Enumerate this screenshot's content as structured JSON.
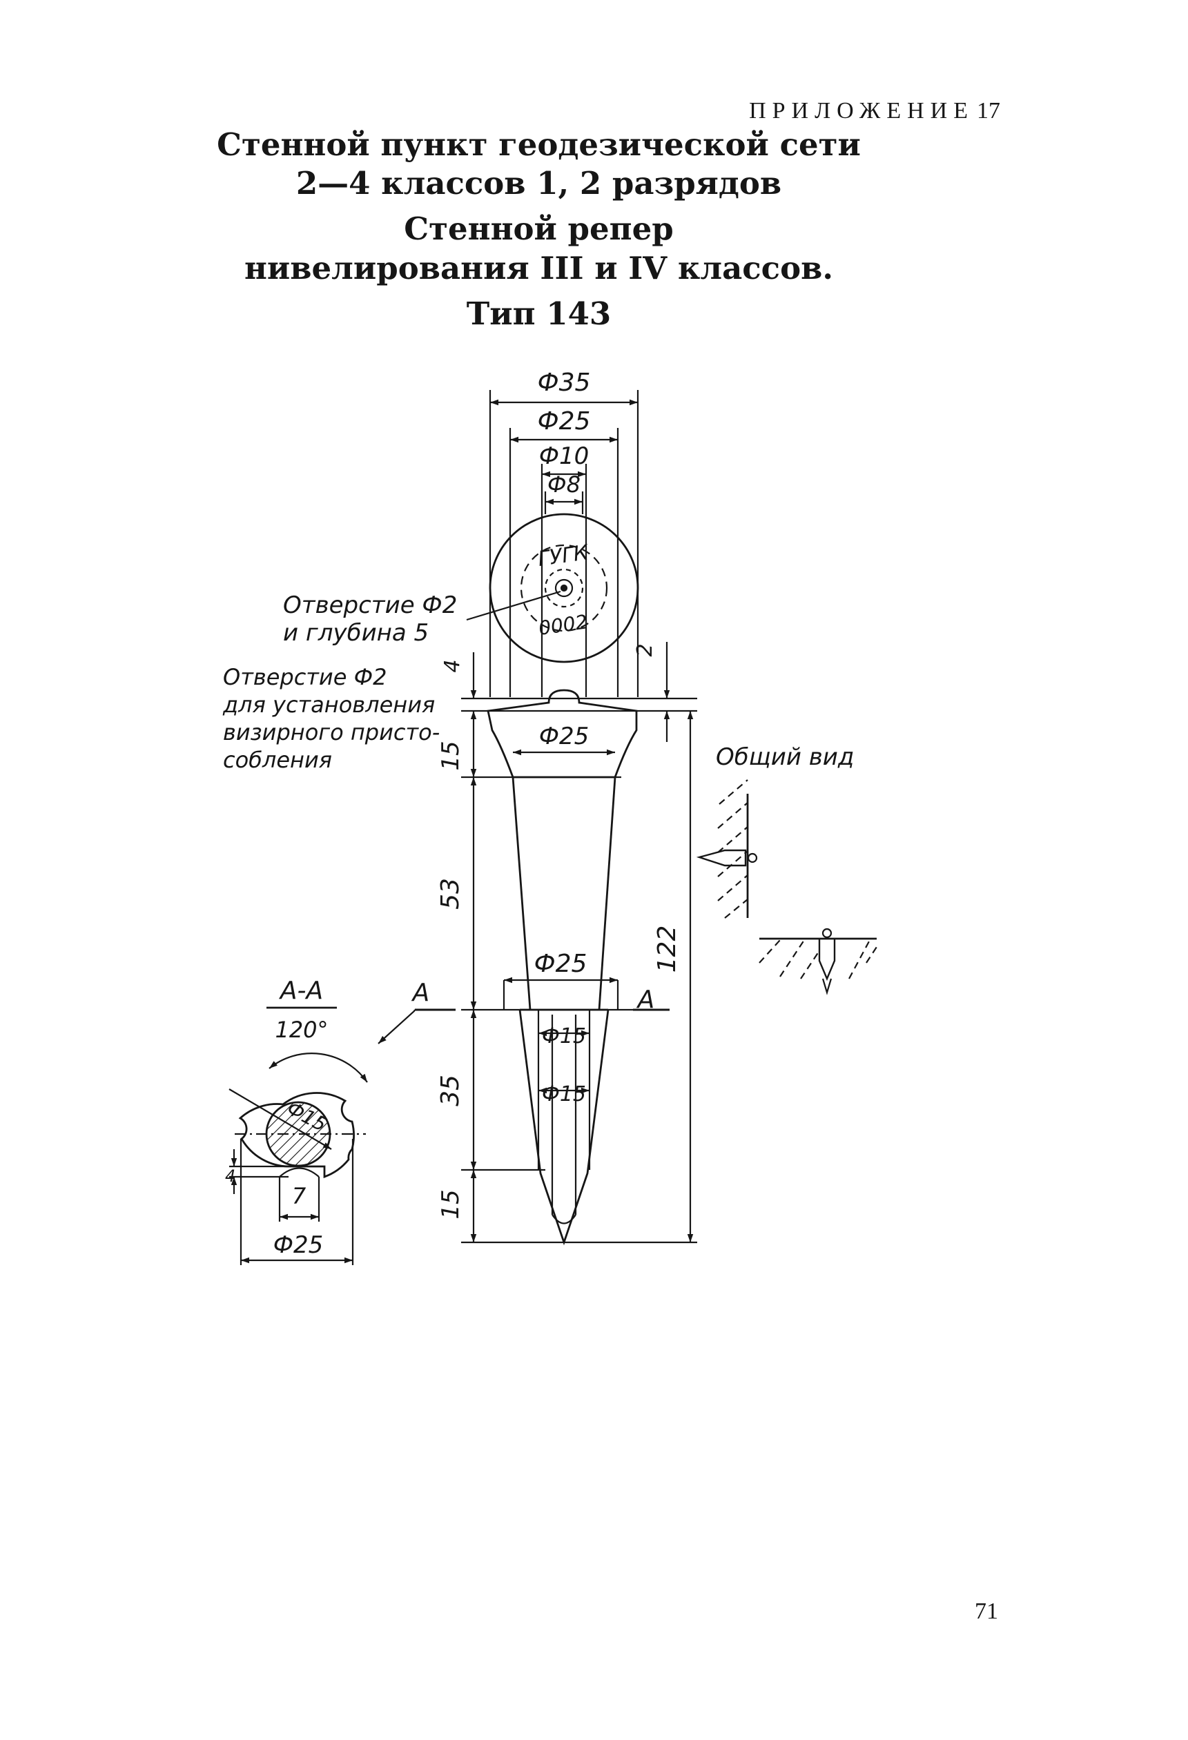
{
  "header": {
    "appendix_label": "ПРИЛОЖЕНИЕ",
    "appendix_number": "17",
    "title_line1": "Стенной пункт геодезической сети",
    "title_line2": "2—4 классов 1, 2 разрядов",
    "title_line3": "Стенной репер",
    "title_line4": "нивелирования III и IV классов.",
    "title_line5": "Тип 143"
  },
  "dimensions": {
    "d35": "Ф35",
    "d25_top": "Ф25",
    "d10": "Ф10",
    "d8": "Ф8",
    "d25_collar": "Ф25",
    "d25_lower": "Ф25",
    "d15_a": "Ф15",
    "d15_b": "Ф15",
    "len4": "4",
    "len2": "2",
    "len15_top": "15",
    "len53": "53",
    "len35": "35",
    "len15_bottom": "15",
    "len122": "122"
  },
  "disk": {
    "text_top": "ГУГК",
    "text_bottom": "0002"
  },
  "labels": {
    "hole_center_1": "Отверстие Ф2",
    "hole_center_2": "и глубина 5",
    "hole_sight_1": "Отверстие Ф2",
    "hole_sight_2": "для установления",
    "hole_sight_3": "визирного присто-",
    "hole_sight_4": "собления",
    "general_view": "Общий вид"
  },
  "section": {
    "title": "А-А",
    "angle": "120°",
    "cut_left": "А",
    "cut_right": "А",
    "d15": "Ф15",
    "dim4": "4",
    "dim7": "7",
    "d25": "Ф25"
  },
  "footer": {
    "page_number": "71"
  }
}
